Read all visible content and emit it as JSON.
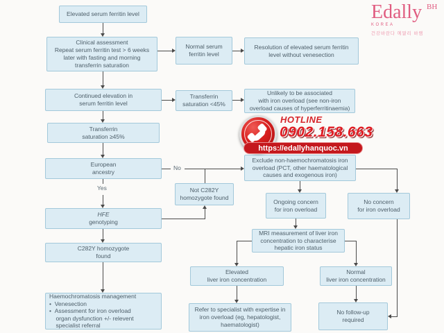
{
  "logo": {
    "brand": "Edally",
    "sup": "BH",
    "korea": "KOREA",
    "tagline": "건강바란다 에딸리 바램"
  },
  "hotline": {
    "label": "HOTLINE",
    "phone": "0902.158.663",
    "url": "https://edallyhanquoc.vn"
  },
  "flowchart": {
    "edge_labels": {
      "yes": "Yes",
      "no": "No"
    },
    "nodes": {
      "elevated_ferritin": "Elevated serum ferritin level",
      "clinical_assessment": "Clinical assessment\nRepeat serum ferritin test > 6 weeks\nlater with fasting and morning\ntransferrin saturation",
      "normal_ferritin": "Normal serum\nferritin level",
      "resolution": "Resolution of elevated serum ferritin\nlevel without venesection",
      "continued_elevation": "Continued elevation in\nserum ferritin level",
      "tsat_low": "Transferrin\nsaturation <45%",
      "unlikely": "Unlikely to be associated\nwith iron overload (see non-iron\noverload causes of hyperferritinaemia)",
      "tsat_high": "Transferrin\nsaturation ≥45%",
      "european": "European\nancestry",
      "hfe_line1": "HFE",
      "hfe_line2": "genotyping",
      "not_c282y": "Not C282Y\nhomozygote found",
      "exclude": "Exclude non-haemochromatosis iron\noverload (PCT, other haematological\ncauses and exogenous iron)",
      "ongoing": "Ongoing concern\nfor iron overload",
      "no_concern": "No concern\nfor iron overload",
      "mri": "MRI measurement of liver iron\nconcentration to characterise\nhepatic iron status",
      "elevated_liver": "Elevated\nliver iron concentration",
      "normal_liver": "Normal\nliver iron concentration",
      "refer": "Refer to specialist with expertise in\niron overload (eg, hepatologist,\nhaematologist)",
      "no_followup": "No follow-up\nrequired",
      "c282y_found": "C282Y homozygote\nfound",
      "management": "Haemochromatosis management\n•  Venesection\n•  Assessment for iron overload\n    organ dysfunction +/- relevent\n    specialist referral"
    }
  },
  "colors": {
    "node_fill": "#dcecf4",
    "node_border": "#a2c8da",
    "node_text": "#4d5e69",
    "connector": "#4a4a4a",
    "brand_pink": "#e05c80",
    "hotline_red": "#d6252b",
    "url_pill_bg": "#c4181d"
  }
}
